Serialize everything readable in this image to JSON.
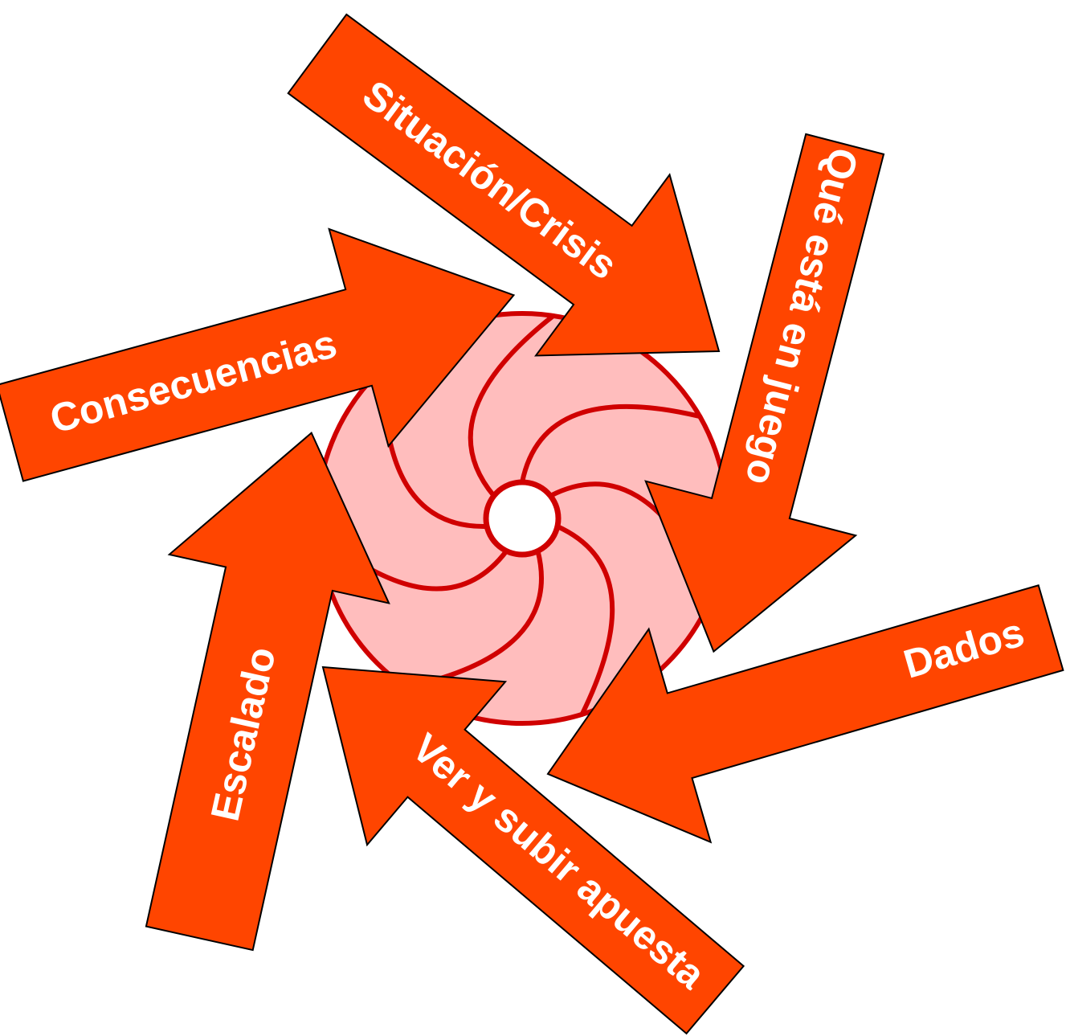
{
  "diagram": {
    "colors": {
      "arrow_fill": "#FF4500",
      "arrow_outline": "#000000",
      "label_color": "#FFFFFF",
      "hub_fill": "#FFBDBD",
      "hub_stroke": "#D00000",
      "hub_center": "#FFFFFF",
      "background": "#FFFFFF"
    },
    "hub": {
      "blade_count": 7
    },
    "arrows": [
      {
        "label": "Situación/Crisis"
      },
      {
        "label": "Qué está en juego"
      },
      {
        "label": "Dados"
      },
      {
        "label": "Ver y subir apuesta"
      },
      {
        "label": "Escalado"
      },
      {
        "label": "Consecuencias"
      }
    ]
  }
}
